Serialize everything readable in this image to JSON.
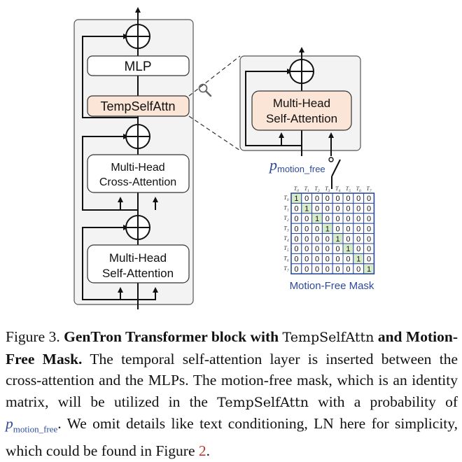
{
  "figure": {
    "left_block": {
      "mlp_label": "MLP",
      "temp_label": "TempSelfAttn",
      "cross_line1": "Multi-Head",
      "cross_line2": "Cross-Attention",
      "self_line1": "Multi-Head",
      "self_line2": "Self-Attention"
    },
    "right_block": {
      "attn_line1": "Multi-Head",
      "attn_line2": "Self-Attention",
      "p_symbol": "p",
      "p_subscript": "motion_free"
    },
    "mask": {
      "title": "Motion-Free Mask",
      "col_labels": [
        "T0",
        "T1",
        "T2",
        "T3",
        "T4",
        "T5",
        "T6",
        "T7"
      ],
      "row_labels": [
        "T0",
        "T1",
        "T2",
        "T3",
        "T4",
        "T5",
        "T6",
        "T7"
      ],
      "matrix": [
        [
          1,
          0,
          0,
          0,
          0,
          0,
          0,
          0
        ],
        [
          0,
          1,
          0,
          0,
          0,
          0,
          0,
          0
        ],
        [
          0,
          0,
          1,
          0,
          0,
          0,
          0,
          0
        ],
        [
          0,
          0,
          0,
          1,
          0,
          0,
          0,
          0
        ],
        [
          0,
          0,
          0,
          0,
          1,
          0,
          0,
          0
        ],
        [
          0,
          0,
          0,
          0,
          0,
          1,
          0,
          0
        ],
        [
          0,
          0,
          0,
          0,
          0,
          0,
          1,
          0
        ],
        [
          0,
          0,
          0,
          0,
          0,
          0,
          0,
          1
        ]
      ]
    },
    "colors": {
      "panel_bg": "#f3f3f3",
      "temp_fill": "#fbe5d6",
      "diag_fill": "#d9ecc9",
      "mask_title": "#2b4a9b"
    }
  },
  "caption": {
    "prefix": "Figure 3. ",
    "bold1": "GenTron Transformer block with ",
    "code1": "TempSelfAttn",
    "bold2": " and Motion-Free Mask.",
    "text1": " The temporal self-attention layer is inserted between the cross-attention and the MLPs. The motion-free mask, which is an identity matrix, will be utilized in the ",
    "code2": "TempSelfAttn",
    "text2": " with a probability of ",
    "p_symbol": "p",
    "p_subscript": "motion_free",
    "text3": ". We omit details like text conditioning, LN here for simplicity, which could be found in Figure ",
    "ref": "2",
    "end": "."
  }
}
